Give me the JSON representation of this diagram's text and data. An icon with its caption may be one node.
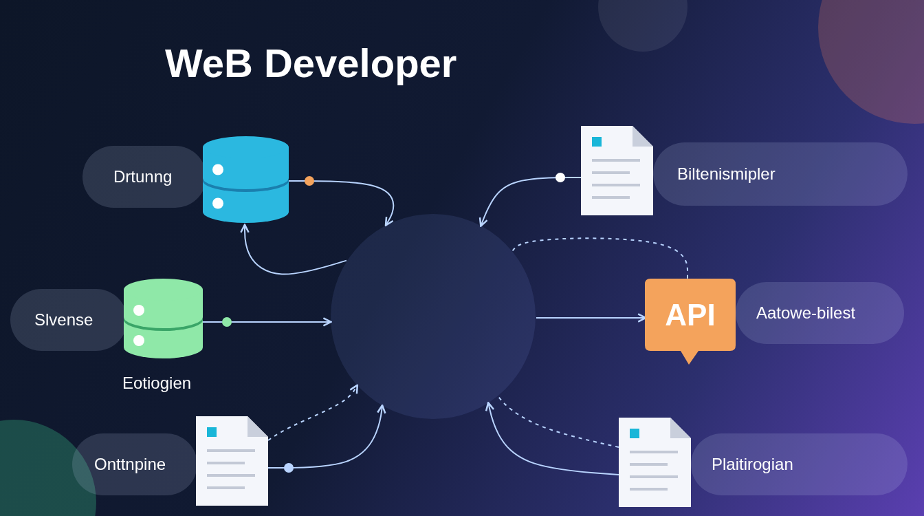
{
  "diagram": {
    "title": "WeB Developer",
    "nodes": [
      {
        "text": [
          "Drtunng"
        ]
      },
      {
        "text": [],
        "shape": "cylinder"
      },
      {
        "text": [
          "Biltenismipler"
        ]
      },
      {
        "text": [],
        "shape": "document"
      },
      {
        "text": [
          "Slvense"
        ]
      },
      {
        "text": [],
        "shape": "cylinder"
      },
      {
        "text": [],
        "shape": "circle"
      },
      {
        "text": [
          "API"
        ]
      },
      {
        "text": [
          "Aatowe-bilest"
        ]
      },
      {
        "text": [
          "Onttnpine"
        ]
      },
      {
        "text": [],
        "shape": "document"
      },
      {
        "text": [
          "Plaitirogian"
        ]
      },
      {
        "text": [],
        "shape": "document"
      }
    ],
    "edges": [
      {
        "from": 1,
        "to": 6,
        "arrow": "to"
      },
      {
        "from": 6,
        "to": 1,
        "arrow": "to"
      },
      {
        "from": 3,
        "to": 6,
        "arrow": "to"
      },
      {
        "from": 6,
        "to": 7,
        "arrow": "none",
        "style": "dashed"
      },
      {
        "from": 5,
        "to": 6,
        "arrow": "to"
      },
      {
        "from": 6,
        "to": 7,
        "arrow": "to"
      },
      {
        "from": 10,
        "to": 6,
        "arrow": "to",
        "style": "dashed"
      },
      {
        "from": 10,
        "to": 6,
        "arrow": "to"
      },
      {
        "from": 12,
        "to": 6,
        "arrow": "to"
      },
      {
        "from": 12,
        "to": 6,
        "arrow": "none",
        "style": "dashed"
      }
    ],
    "labels": [
      "Eotiogien"
    ]
  }
}
